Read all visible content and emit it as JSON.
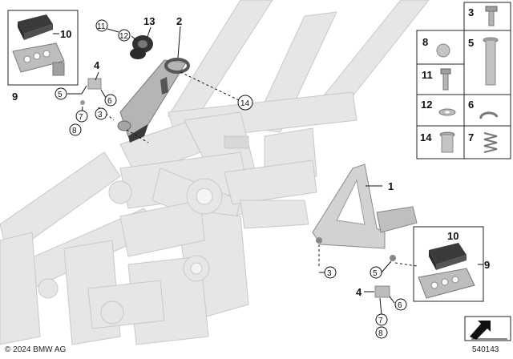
{
  "labels": {
    "n1": "1",
    "n2": "2",
    "n3": "3",
    "n4": "4",
    "n5": "5",
    "n6": "6",
    "n7": "7",
    "n8": "8",
    "n9": "9",
    "n10": "10",
    "n11": "11",
    "n12": "12",
    "n13": "13",
    "n14": "14"
  },
  "legend": [
    {
      "num": "3"
    },
    {
      "num": "8"
    },
    {
      "num": "5"
    },
    {
      "num": "11"
    },
    {
      "num": "12"
    },
    {
      "num": "6"
    },
    {
      "num": "14"
    },
    {
      "num": "7"
    }
  ],
  "footer": {
    "copyright": "© 2024 BMW AG",
    "doc_number": "540143"
  },
  "colors": {
    "frame": "#e4e4e4",
    "frame_stroke": "#c6c6c6",
    "part_dark": "#3a3a3a",
    "part_mid": "#9a9a9a",
    "line": "#111111"
  }
}
